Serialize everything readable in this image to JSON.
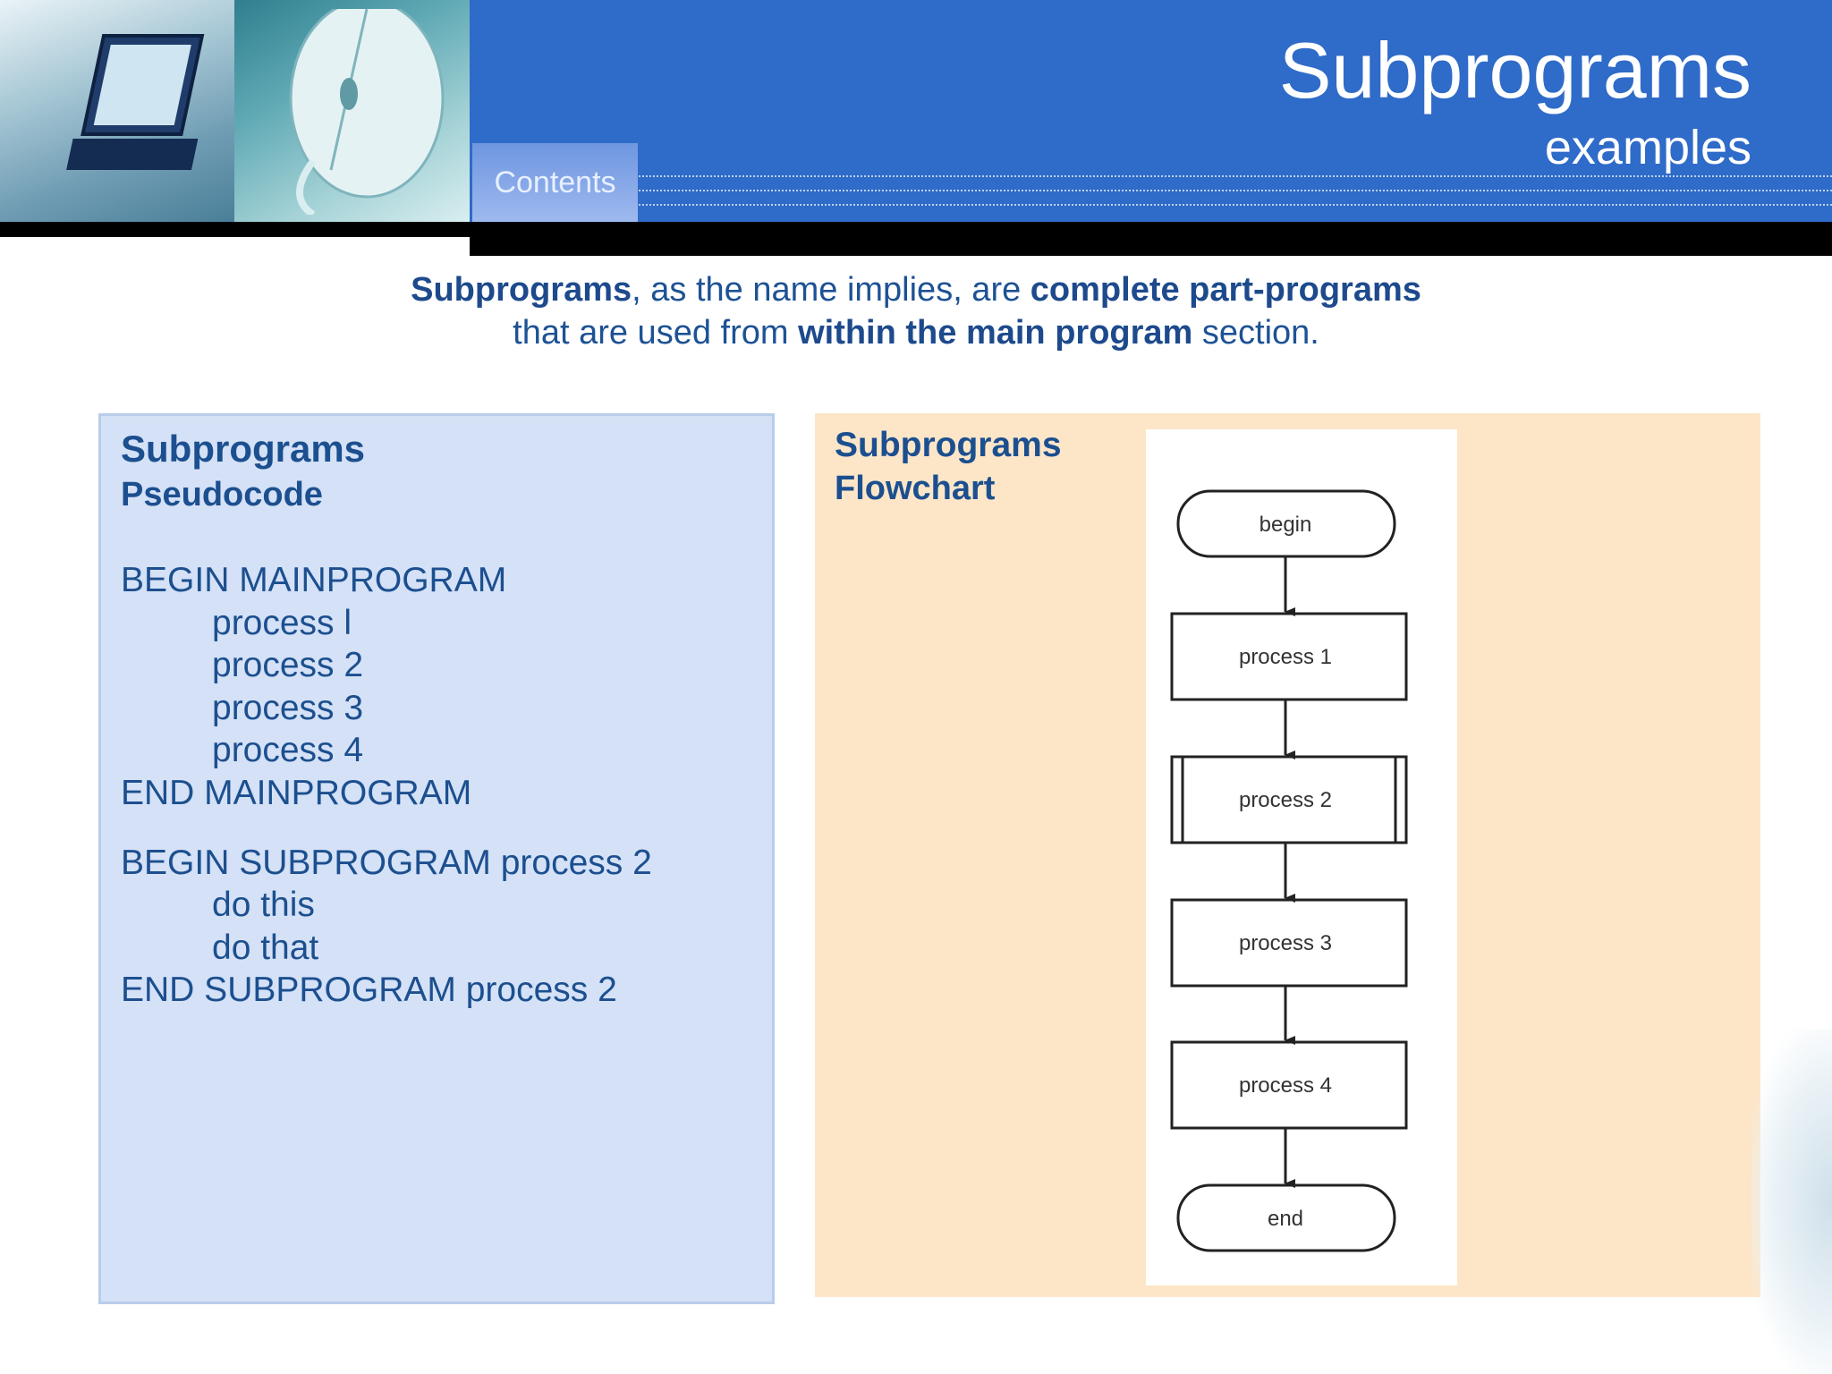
{
  "header": {
    "title": "Subprograms",
    "subtitle": "examples",
    "contents_tab": "Contents"
  },
  "intro": {
    "line1_bold1": "Subprograms",
    "line1_text": ", as the name implies, are ",
    "line1_bold2": "complete part-programs",
    "line2_text1": "that are used from ",
    "line2_bold": "within the main program",
    "line2_text2": " section."
  },
  "pseudocode": {
    "heading": "Subprograms",
    "subheading": "Pseudocode",
    "lines": [
      "BEGIN MAINPROGRAM",
      "process l",
      "process 2",
      "process 3",
      "process 4",
      "END MAINPROGRAM",
      "BEGIN SUBPROGRAM process 2",
      "do this",
      "do that",
      "END SUBPROGRAM process 2"
    ]
  },
  "flowchart": {
    "heading": "Subprograms",
    "subheading": "Flowchart",
    "nodes": [
      "begin",
      "process 1",
      "process 2",
      "process 3",
      "process 4",
      "end"
    ]
  },
  "colors": {
    "banner": "#2f6bc8",
    "text_blue": "#1c4f8f",
    "pseudocode_panel": "#d4e1f6",
    "flowchart_panel": "#fde6c8"
  }
}
